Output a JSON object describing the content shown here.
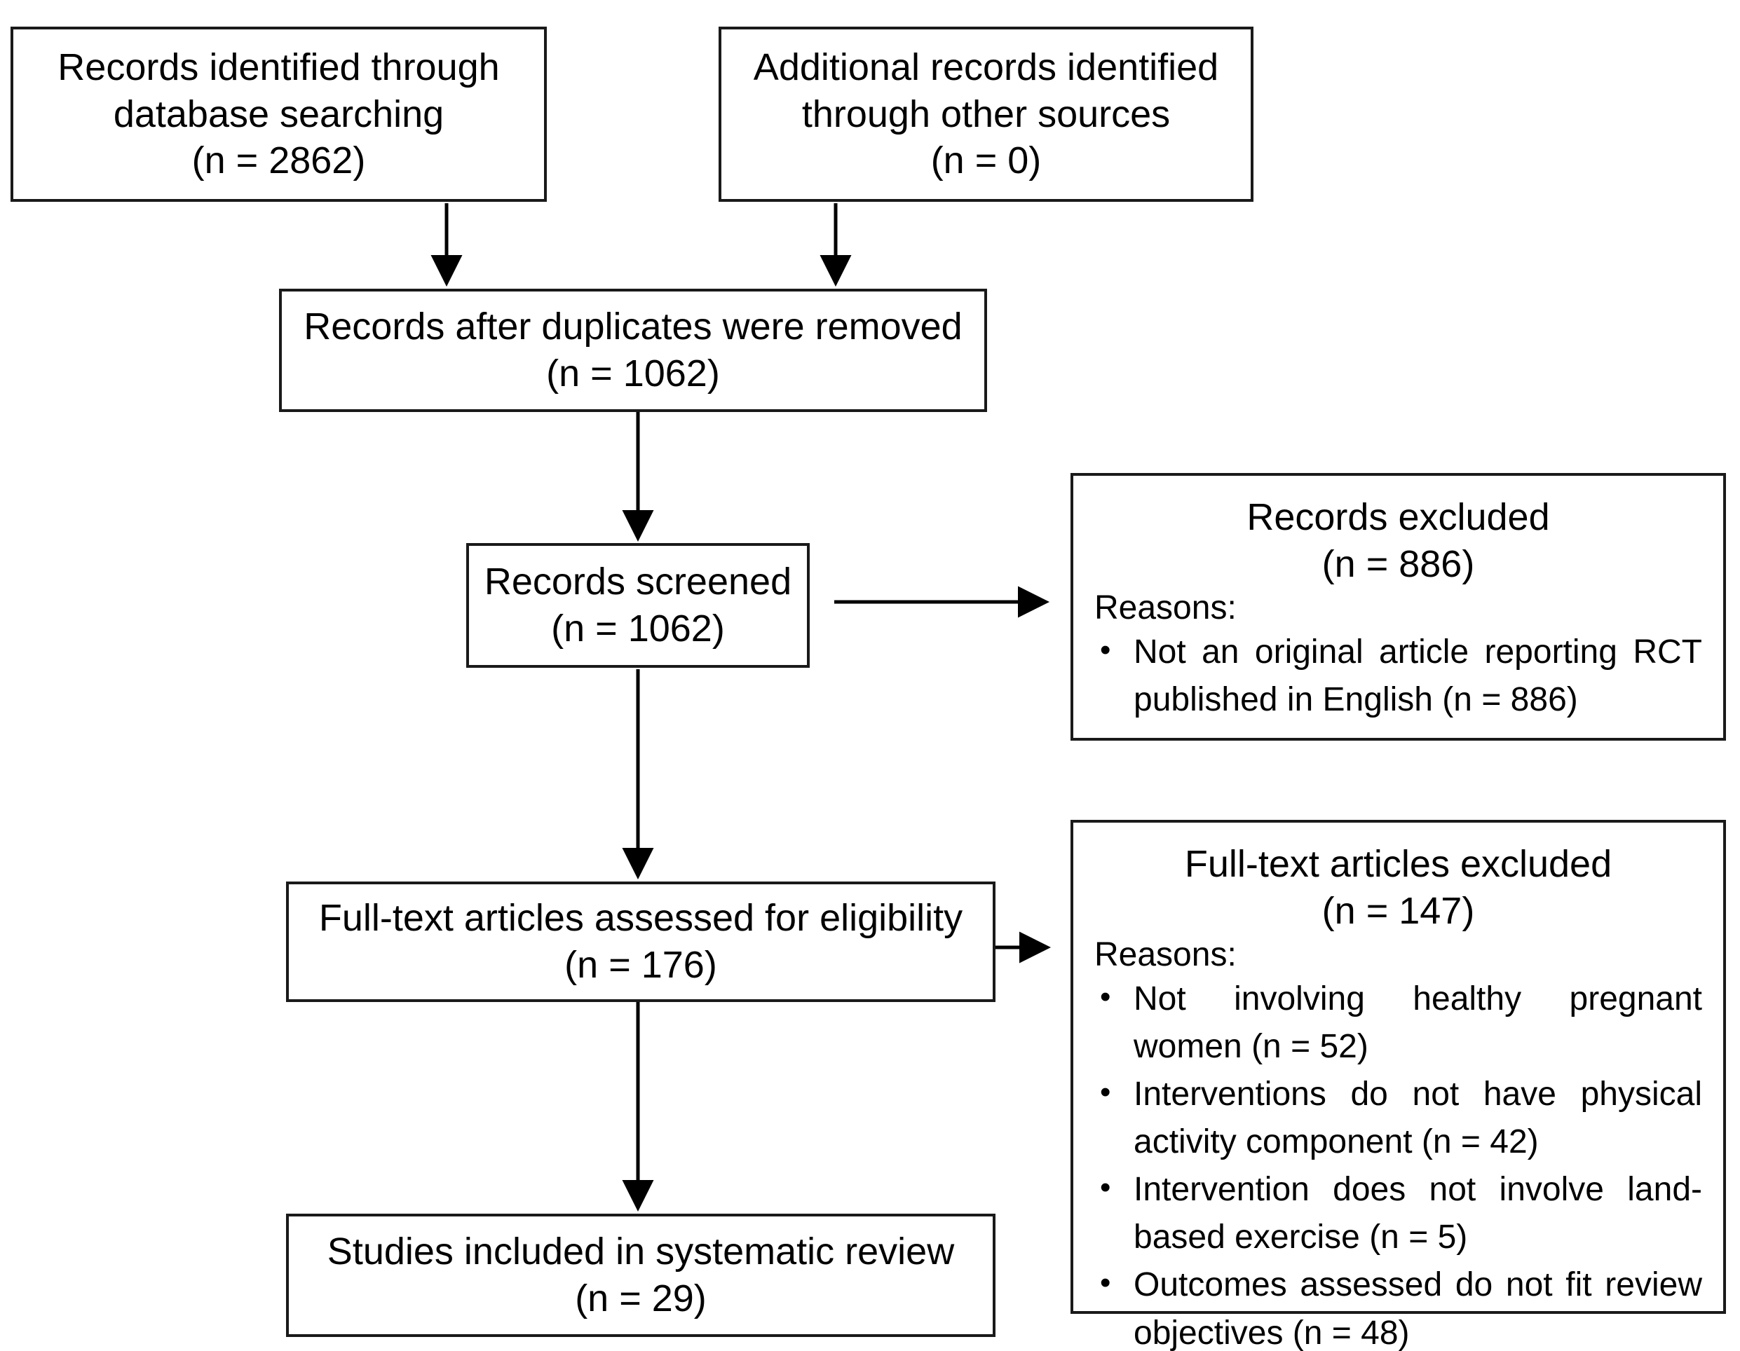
{
  "diagram": {
    "type": "prisma-flow-diagram",
    "title": "PRISMA study selection flow diagram",
    "colors": {
      "box_border": "#1a1a1a",
      "text": "#000000",
      "background": "#ffffff",
      "arrow": "#000000"
    }
  },
  "boxes": {
    "identified_database": {
      "line1": "Records identified through",
      "line2": "database searching",
      "line3": "(n = 2862)",
      "count": 2862
    },
    "identified_other": {
      "line1": "Additional records identified",
      "line2": "through other sources",
      "line3": "(n = 0)",
      "count": 0
    },
    "after_duplicates": {
      "line1": "Records after duplicates were removed",
      "line2": "(n = 1062)",
      "count": 1062
    },
    "screened": {
      "line1": "Records screened",
      "line2": "(n = 1062)",
      "count": 1062
    },
    "records_excluded": {
      "heading1": "Records excluded",
      "heading2": "(n = 886)",
      "count": 886,
      "reasons_label": "Reasons:",
      "reasons": [
        "Not an original article reporting RCT published in English (n = 886)"
      ]
    },
    "fulltext_assessed": {
      "line1": "Full-text articles assessed for eligibility",
      "line2": "(n = 176)",
      "count": 176
    },
    "fulltext_excluded": {
      "heading1": "Full-text articles excluded",
      "heading2": "(n = 147)",
      "count": 147,
      "reasons_label": "Reasons:",
      "reasons": [
        "Not involving healthy pregnant women (n = 52)",
        "Interventions do not have physical activity component (n = 42)",
        "Intervention does not involve land-based exercise (n = 5)",
        "Outcomes assessed do not fit review objectives (n = 48)"
      ]
    },
    "included": {
      "line1": "Studies included in systematic review",
      "line2": "(n = 29)",
      "count": 29
    }
  }
}
